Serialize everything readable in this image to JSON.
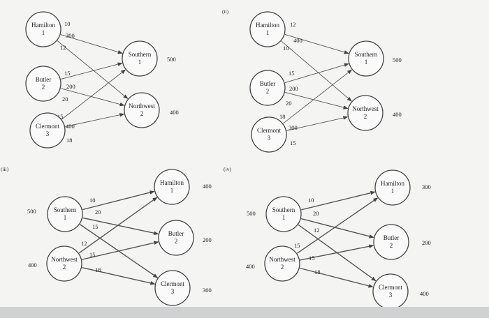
{
  "panels": [
    {
      "id": "a",
      "label": "",
      "nodes": [
        {
          "id": "ham",
          "lines": [
            "Hamilton",
            "1"
          ]
        },
        {
          "id": "but",
          "lines": [
            "Butler",
            "2"
          ]
        },
        {
          "id": "cle",
          "lines": [
            "Clermont",
            "3"
          ]
        },
        {
          "id": "sou",
          "lines": [
            "Southern",
            "1"
          ],
          "value": "500"
        },
        {
          "id": "nw",
          "lines": [
            "Northwest",
            "2"
          ],
          "value": "400"
        }
      ],
      "edges": [
        {
          "from": "ham",
          "to": "sou",
          "label": "10"
        },
        {
          "from": "ham",
          "to": "nw",
          "label": "12"
        },
        {
          "from": "but",
          "to": "sou",
          "label": "15"
        },
        {
          "from": "but",
          "to": "nw",
          "label": "20"
        },
        {
          "from": "cle",
          "to": "sou",
          "label": "15"
        },
        {
          "from": "cle",
          "to": "nw",
          "label": "18"
        }
      ],
      "extra_labels": [
        {
          "id": "ham_supply",
          "text": "300"
        },
        {
          "id": "but_supply",
          "text": "200"
        },
        {
          "id": "cle_supply",
          "text": "400"
        }
      ]
    },
    {
      "id": "b",
      "label": "(ii)",
      "nodes": [
        {
          "id": "ham",
          "lines": [
            "Hamilton",
            "1"
          ]
        },
        {
          "id": "but",
          "lines": [
            "Butler",
            "2"
          ]
        },
        {
          "id": "cle",
          "lines": [
            "Clermont",
            "3"
          ]
        },
        {
          "id": "sou",
          "lines": [
            "Southern",
            "1"
          ],
          "value": "500"
        },
        {
          "id": "nw",
          "lines": [
            "Northwest",
            "2"
          ],
          "value": "400"
        }
      ],
      "edges": [
        {
          "from": "ham",
          "to": "sou",
          "label": "12"
        },
        {
          "from": "ham",
          "to": "nw",
          "label": "10"
        },
        {
          "from": "but",
          "to": "sou",
          "label": "15"
        },
        {
          "from": "but",
          "to": "nw",
          "label": "20"
        },
        {
          "from": "cle",
          "to": "sou",
          "label": "18"
        },
        {
          "from": "cle",
          "to": "nw",
          "label": "15"
        }
      ],
      "extra_labels": [
        {
          "id": "ham_supply",
          "text": "400"
        },
        {
          "id": "but_supply",
          "text": "200"
        },
        {
          "id": "cle_supply",
          "text": "300"
        }
      ]
    },
    {
      "id": "c",
      "label": "(iii)",
      "nodes": [
        {
          "id": "sou",
          "lines": [
            "Southern",
            "1"
          ],
          "value": "500"
        },
        {
          "id": "nw",
          "lines": [
            "Northwest",
            "2"
          ],
          "value": "400"
        },
        {
          "id": "ham",
          "lines": [
            "Hamilton",
            "1"
          ],
          "value": "400"
        },
        {
          "id": "but",
          "lines": [
            "Butler",
            "2"
          ],
          "value": "200"
        },
        {
          "id": "cle",
          "lines": [
            "Clermont",
            "3"
          ],
          "value": "300"
        }
      ],
      "edges": [
        {
          "from": "sou",
          "to": "ham",
          "label": "10"
        },
        {
          "from": "sou",
          "to": "but",
          "label": "20"
        },
        {
          "from": "sou",
          "to": "cle",
          "label": "15"
        },
        {
          "from": "nw",
          "to": "ham",
          "label": "12"
        },
        {
          "from": "nw",
          "to": "but",
          "label": "15"
        },
        {
          "from": "nw",
          "to": "cle",
          "label": "18"
        }
      ],
      "extra_labels": []
    },
    {
      "id": "d",
      "label": "(iv)",
      "nodes": [
        {
          "id": "sou",
          "lines": [
            "Southern",
            "1"
          ],
          "value": "500"
        },
        {
          "id": "nw",
          "lines": [
            "Northwest",
            "2"
          ],
          "value": "400"
        },
        {
          "id": "ham",
          "lines": [
            "Hamilton",
            "1"
          ],
          "value": "300"
        },
        {
          "id": "but",
          "lines": [
            "Butler",
            "2"
          ],
          "value": "200"
        },
        {
          "id": "cle",
          "lines": [
            "Clermont",
            "3"
          ],
          "value": "400"
        }
      ],
      "edges": [
        {
          "from": "sou",
          "to": "ham",
          "label": "10"
        },
        {
          "from": "sou",
          "to": "but",
          "label": "20"
        },
        {
          "from": "sou",
          "to": "cle",
          "label": "12"
        },
        {
          "from": "nw",
          "to": "ham",
          "label": "15"
        },
        {
          "from": "nw",
          "to": "but",
          "label": "15"
        },
        {
          "from": "nw",
          "to": "cle",
          "label": "18"
        }
      ],
      "extra_labels": []
    }
  ]
}
